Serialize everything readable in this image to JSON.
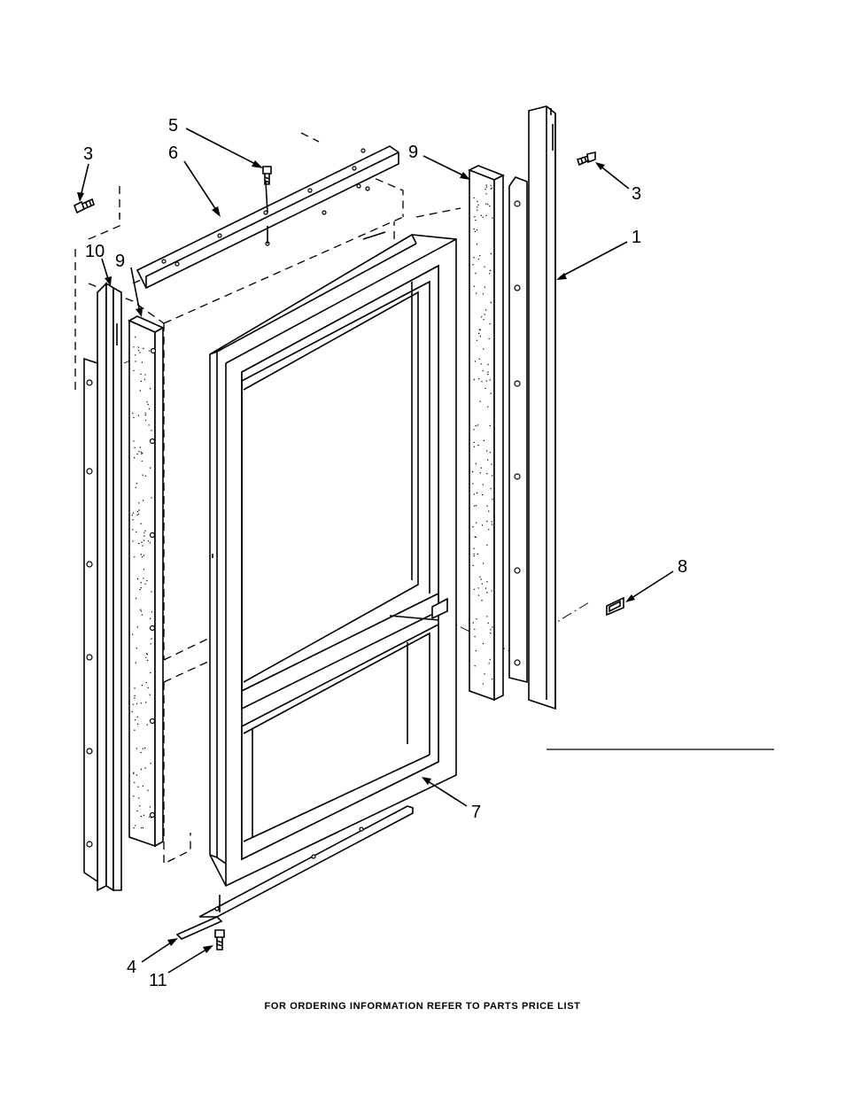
{
  "callouts": {
    "c1": "1",
    "c3a": "3",
    "c3b": "3",
    "c4": "4",
    "c5": "5",
    "c6": "6",
    "c7": "7",
    "c8": "8",
    "c9a": "9",
    "c9b": "9",
    "c10": "10",
    "c11": "11"
  },
  "footer": "FOR ORDERING INFORMATION REFER TO PARTS PRICE LIST"
}
